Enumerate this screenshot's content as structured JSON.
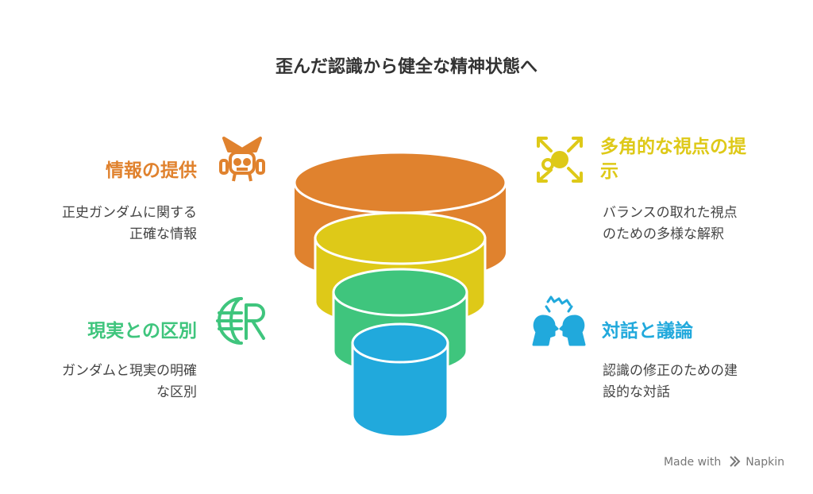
{
  "title": "歪んだ認識から健全な精神状態へ",
  "colors": {
    "orange": "#E0822E",
    "yellow": "#DEC918",
    "green": "#3FC57D",
    "blue": "#21A9DC"
  },
  "sections": {
    "info": {
      "heading": "情報の提供",
      "desc_line1": "正史ガンダムに関する",
      "desc_line2": "正確な情報",
      "icon": "robot-icon"
    },
    "perspectives": {
      "heading_line1": "多角的な視点の提",
      "heading_line2": "示",
      "desc_line1": "バランスの取れた視点",
      "desc_line2": "のための多様な解釈",
      "icon": "expand-arrows-icon"
    },
    "reality": {
      "heading": "現実との区別",
      "desc_line1": "ガンダムと現実の明確",
      "desc_line2": "な区別",
      "icon": "globe-reality-icon"
    },
    "dialogue": {
      "heading": "対話と議論",
      "desc_line1": "認識の修正のための建",
      "desc_line2": "設的な対話",
      "icon": "people-dialogue-icon"
    }
  },
  "footer": {
    "made_with": "Made with",
    "brand": "Napkin"
  }
}
